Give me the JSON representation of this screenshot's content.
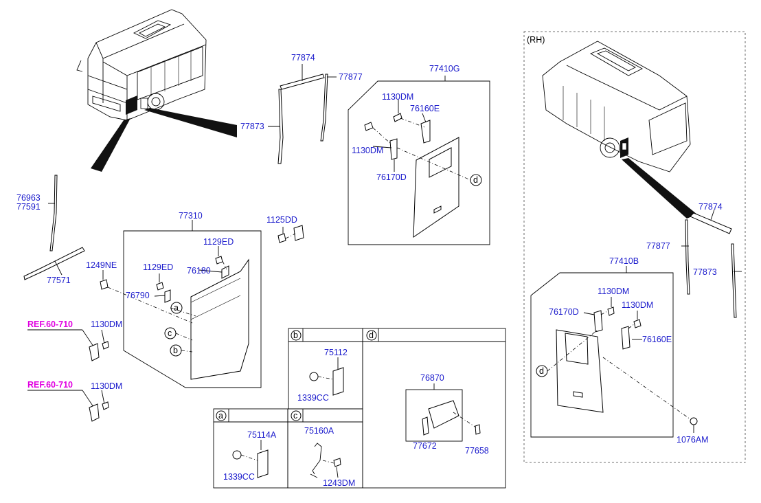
{
  "labels": {
    "rh": "(RH)",
    "p77874a": "77874",
    "p77877a": "77877",
    "p77873a": "77873",
    "p77410g": "77410G",
    "p1130dm_g1": "1130DM",
    "p76160e_g": "76160E",
    "p1130dm_g2": "1130DM",
    "p76170d_g": "76170D",
    "p76963": "76963",
    "p77591": "77591",
    "p77571": "77571",
    "p77310": "77310",
    "p1125dd": "1125DD",
    "p1129ed_1": "1129ED",
    "p1249ne": "1249NE",
    "p1129ed_2": "1129ED",
    "p76180": "76180",
    "p76790": "76790",
    "p1130dm_ref1": "1130DM",
    "p1130dm_ref2": "1130DM",
    "ref1": "REF.60-710",
    "ref2": "REF.60-710",
    "p77874b": "77874",
    "p77877b": "77877",
    "p77873b": "77873",
    "p77410b": "77410B",
    "p1130dm_b1": "1130DM",
    "p1130dm_b2": "1130DM",
    "p76170d_b": "76170D",
    "p76160e_b": "76160E",
    "p1076am": "1076AM",
    "p75112": "75112",
    "p1339cc_b": "1339CC",
    "p76870": "76870",
    "p77672": "77672",
    "p77658": "77658",
    "p75114a": "75114A",
    "p1339cc_a": "1339CC",
    "p75160a": "75160A",
    "p1243dm": "1243DM"
  },
  "callouts": {
    "a": "a",
    "b": "b",
    "c": "c",
    "d": "d"
  },
  "colors": {
    "part_label": "#1a1acc",
    "ref_label": "#e000e0",
    "line": "#000000",
    "fill_black": "#111111"
  }
}
